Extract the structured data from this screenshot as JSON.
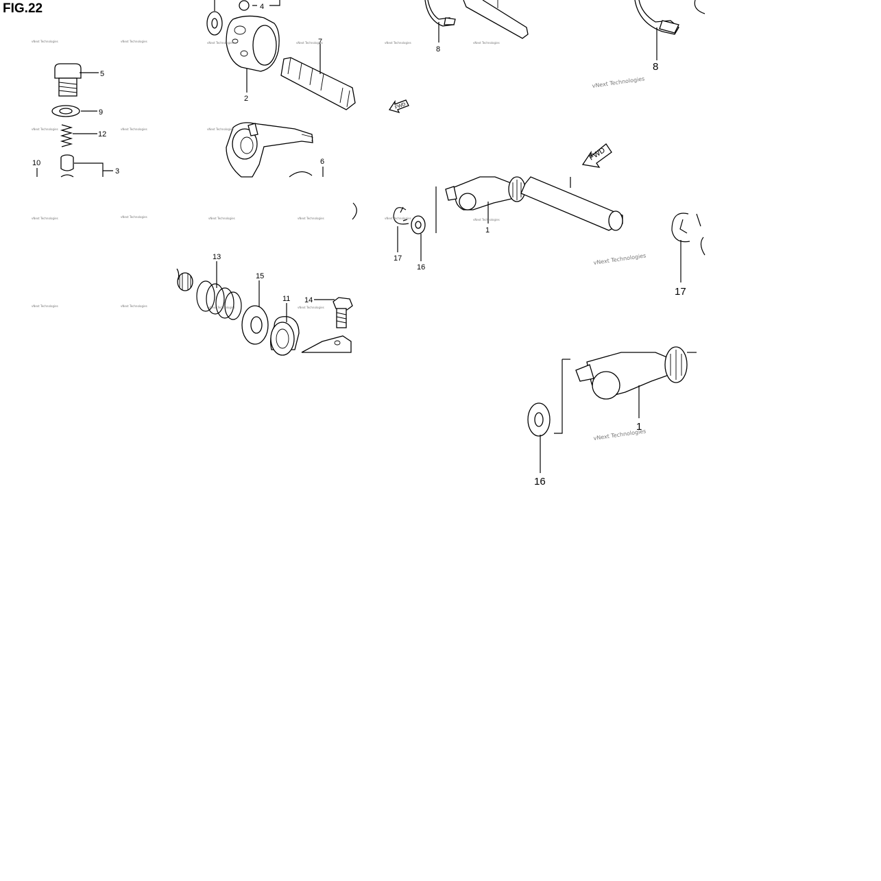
{
  "figure": {
    "title": "FIG.22"
  },
  "callouts": [
    "4",
    "5",
    "7",
    "8",
    "2",
    "9",
    "12",
    "3",
    "10",
    "6",
    "8",
    "17",
    "16",
    "1",
    "13",
    "15",
    "11",
    "14",
    "17",
    "1",
    "16"
  ],
  "watermark": {
    "text": "vNext Technologies"
  },
  "fwd_label": "FWD"
}
